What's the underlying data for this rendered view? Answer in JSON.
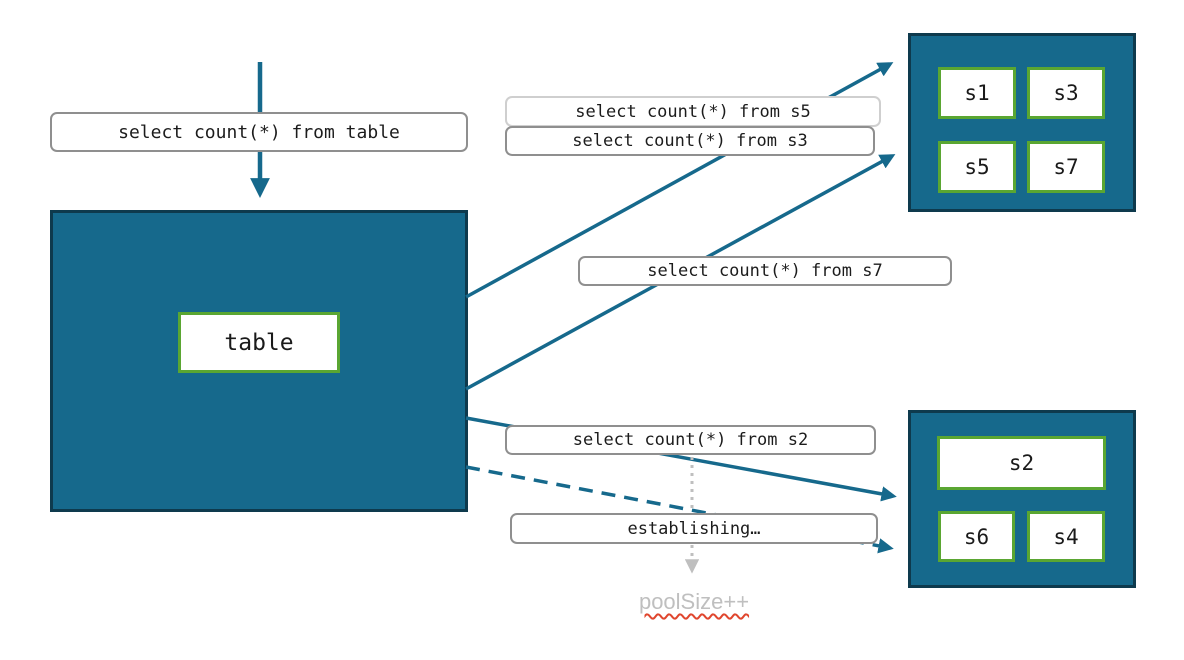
{
  "diagram": {
    "colors": {
      "teal": "#16698c",
      "teal_dark_border": "#0e3a4d",
      "green": "#5aa632",
      "label_border": "#8f8f8f",
      "label_border_light": "#cfcfcf",
      "muted_gray": "#bfbfbf",
      "underline_red": "#e0462e"
    },
    "main_query": "select count(*) from table",
    "table": {
      "label": "table"
    },
    "queries": {
      "s5": "select count(*) from s5",
      "s3": "select count(*) from s3",
      "s7": "select count(*) from s7",
      "s2": "select count(*) from s2",
      "establishing": "establishing…"
    },
    "shard_groups": {
      "top": {
        "shards": [
          "s1",
          "s3",
          "s5",
          "s7"
        ]
      },
      "bottom": {
        "shards": [
          "s2",
          "s6",
          "s4"
        ]
      }
    },
    "pool_size_label": "poolSize++"
  }
}
